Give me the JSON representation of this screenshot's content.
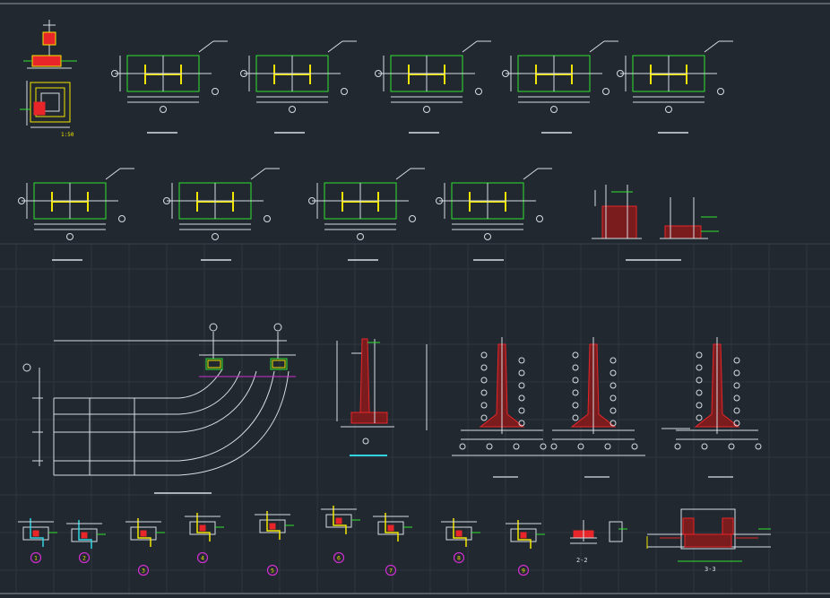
{
  "colors": {
    "background": "#212830",
    "grid": "#2e3640",
    "line": "#d8dde2",
    "green": "#2fe22f",
    "yellow": "#f2e600",
    "red": "#e8262a",
    "magenta": "#d030d0",
    "cyan": "#31d3e0",
    "orange": "#e89a2a"
  },
  "labels": {
    "scale_note": "1:50",
    "section_2": "2-2",
    "section_3": "3-3"
  },
  "detail_numbers": [
    "1",
    "2",
    "3",
    "4",
    "5",
    "6",
    "7",
    "8",
    "9"
  ]
}
